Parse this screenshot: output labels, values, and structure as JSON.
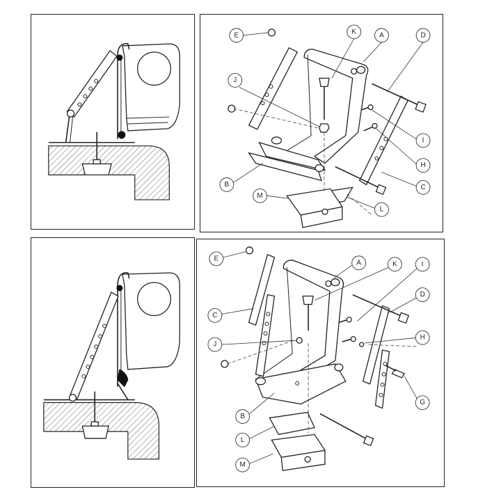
{
  "callouts_top": [
    "E",
    "K",
    "A",
    "D",
    "J",
    "I",
    "H",
    "C",
    "B",
    "M",
    "L"
  ],
  "callouts_bottom": [
    "E",
    "A",
    "K",
    "I",
    "D",
    "C",
    "H",
    "J",
    "G",
    "B",
    "L",
    "M"
  ]
}
